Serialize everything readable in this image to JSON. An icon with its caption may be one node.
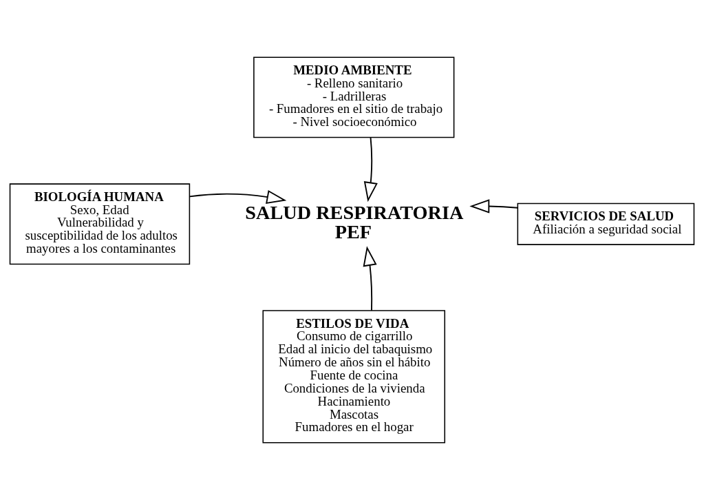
{
  "diagram": {
    "nodes": [
      {
        "text": [
          "MEDIO AMBIENTE",
          "- Relleno sanitario",
          "- Ladrilleras",
          "- Fumadores en el sitio de trabajo",
          "- Nivel socioeconómico"
        ]
      },
      {
        "text": [
          "BIOLOGÍA HUMANA",
          "Sexo, Edad",
          "Vulnerabilidad y susceptibilidad de los adultos mayores a los contaminantes"
        ]
      },
      {
        "text": [
          "SALUD RESPIRATORIA PEF"
        ]
      },
      {
        "text": [
          "SERVICIOS DE SALUD",
          "Afiliación a seguridad social"
        ]
      },
      {
        "text": [
          "ESTILOS DE VIDA",
          "Consumo de cigarrillo",
          "Edad al inicio del tabaquismo",
          "Número de años sin el hábito",
          "Fuente de cocina",
          "Condiciones de la vivienda",
          "Hacinamiento",
          "Mascotas",
          "Fumadores en el hogar"
        ]
      }
    ],
    "edges": [
      {
        "from": 0,
        "to": 2,
        "arrow": "to"
      },
      {
        "from": 1,
        "to": 2,
        "arrow": "to"
      },
      {
        "from": 3,
        "to": 2,
        "arrow": "to"
      },
      {
        "from": 4,
        "to": 2,
        "arrow": "to"
      }
    ]
  }
}
